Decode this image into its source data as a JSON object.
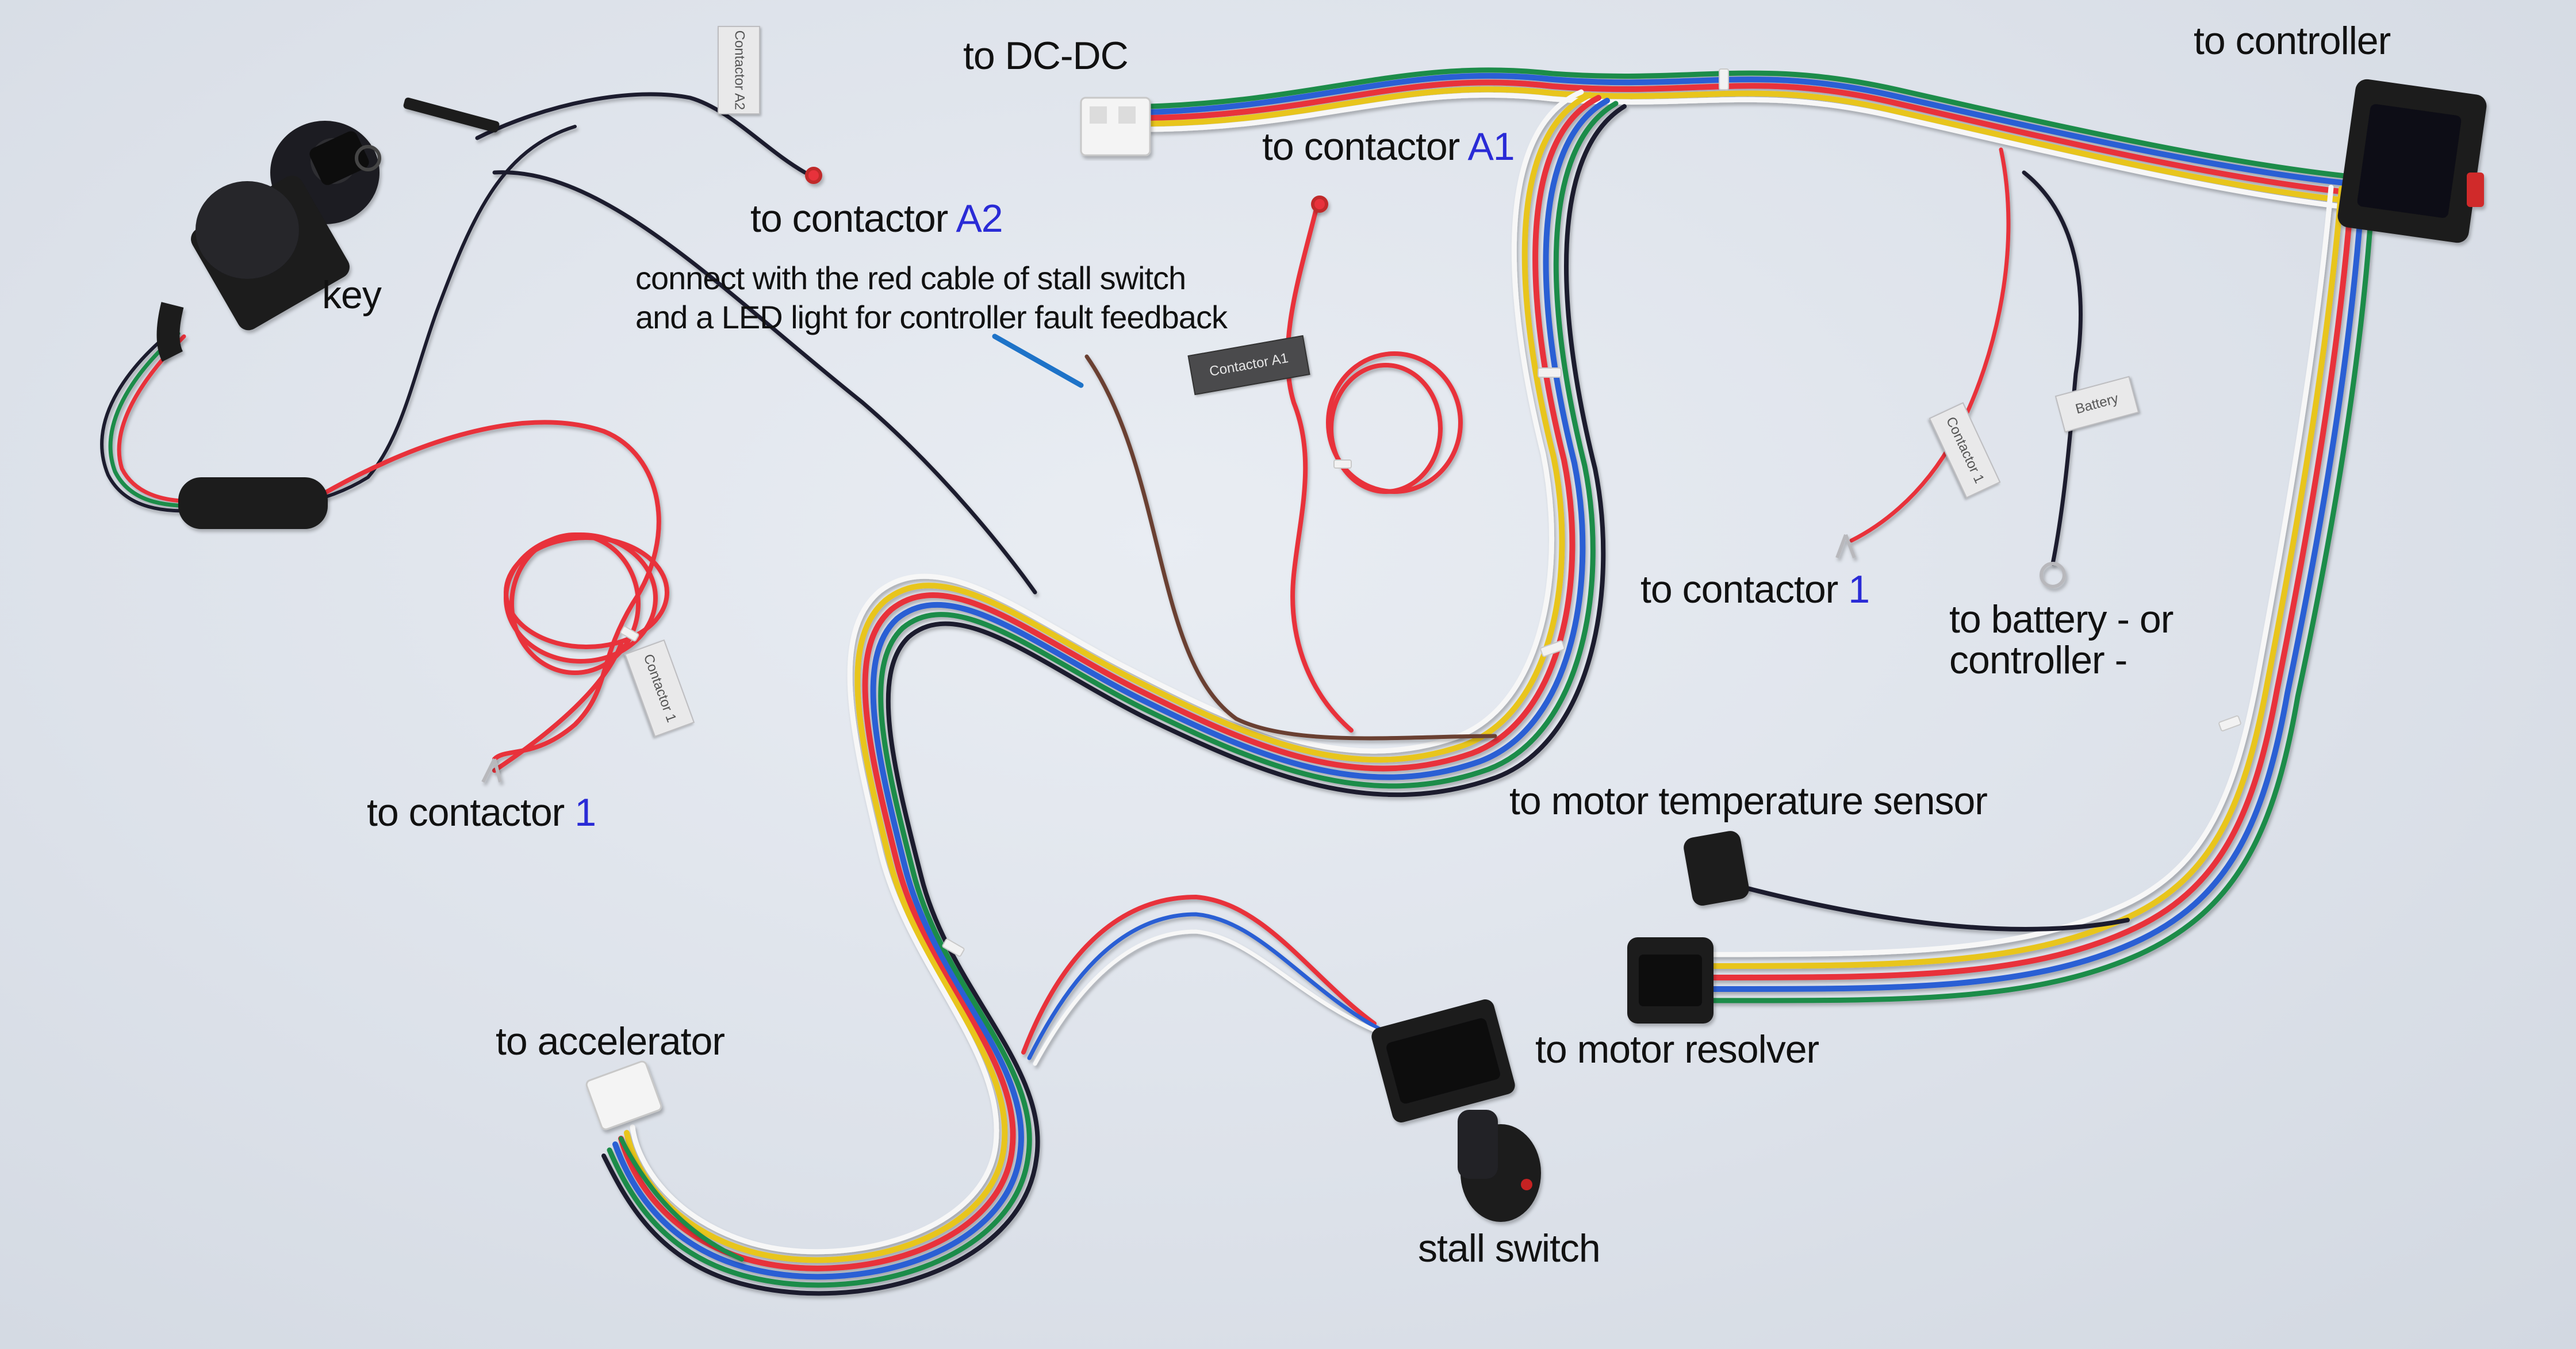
{
  "labels": {
    "to_dc_dc": "to DC-DC",
    "to_controller": "to controller",
    "to_contactor_a1_prefix": "to contactor ",
    "to_contactor_a1_suffix": "A1",
    "to_contactor_a2_prefix": "to contactor ",
    "to_contactor_a2_suffix": "A2",
    "key": "key",
    "note_line1": "connect with the red cable of stall switch",
    "note_line2": "and a LED light for controller fault feedback",
    "to_contactor_1_right_prefix": "to contactor ",
    "to_contactor_1_right_suffix": "1",
    "to_battery_line1": "to battery - or",
    "to_battery_line2": "controller -",
    "to_contactor_1_left_prefix": "to contactor ",
    "to_contactor_1_left_suffix": "1",
    "to_motor_temperature_sensor": "to motor temperature sensor",
    "to_accelerator": "to accelerator",
    "to_motor_resolver": "to motor resolver",
    "stall_switch": "stall switch"
  },
  "tags": {
    "contactor_a2": "Contactor A2",
    "contactor_a1": "Contactor A1",
    "contactor_1_right": "Contactor 1",
    "battery": "Battery",
    "contactor_1_left": "Contactor 1"
  },
  "colors": {
    "background": "#e1e6ed",
    "label_text": "#111111",
    "label_highlight": "#2a2bd6",
    "pointer_line": "#1e73c8",
    "wire_red": "#e8313b",
    "wire_black": "#1c1f2e",
    "wire_blue": "#2c5fd4",
    "wire_yellow": "#e8c51c",
    "wire_green": "#1c8c4a",
    "wire_white": "#f7f7f7",
    "wire_brown": "#6b4030",
    "connector_black": "#1c1c1e",
    "connector_white": "#f4f4f4"
  }
}
